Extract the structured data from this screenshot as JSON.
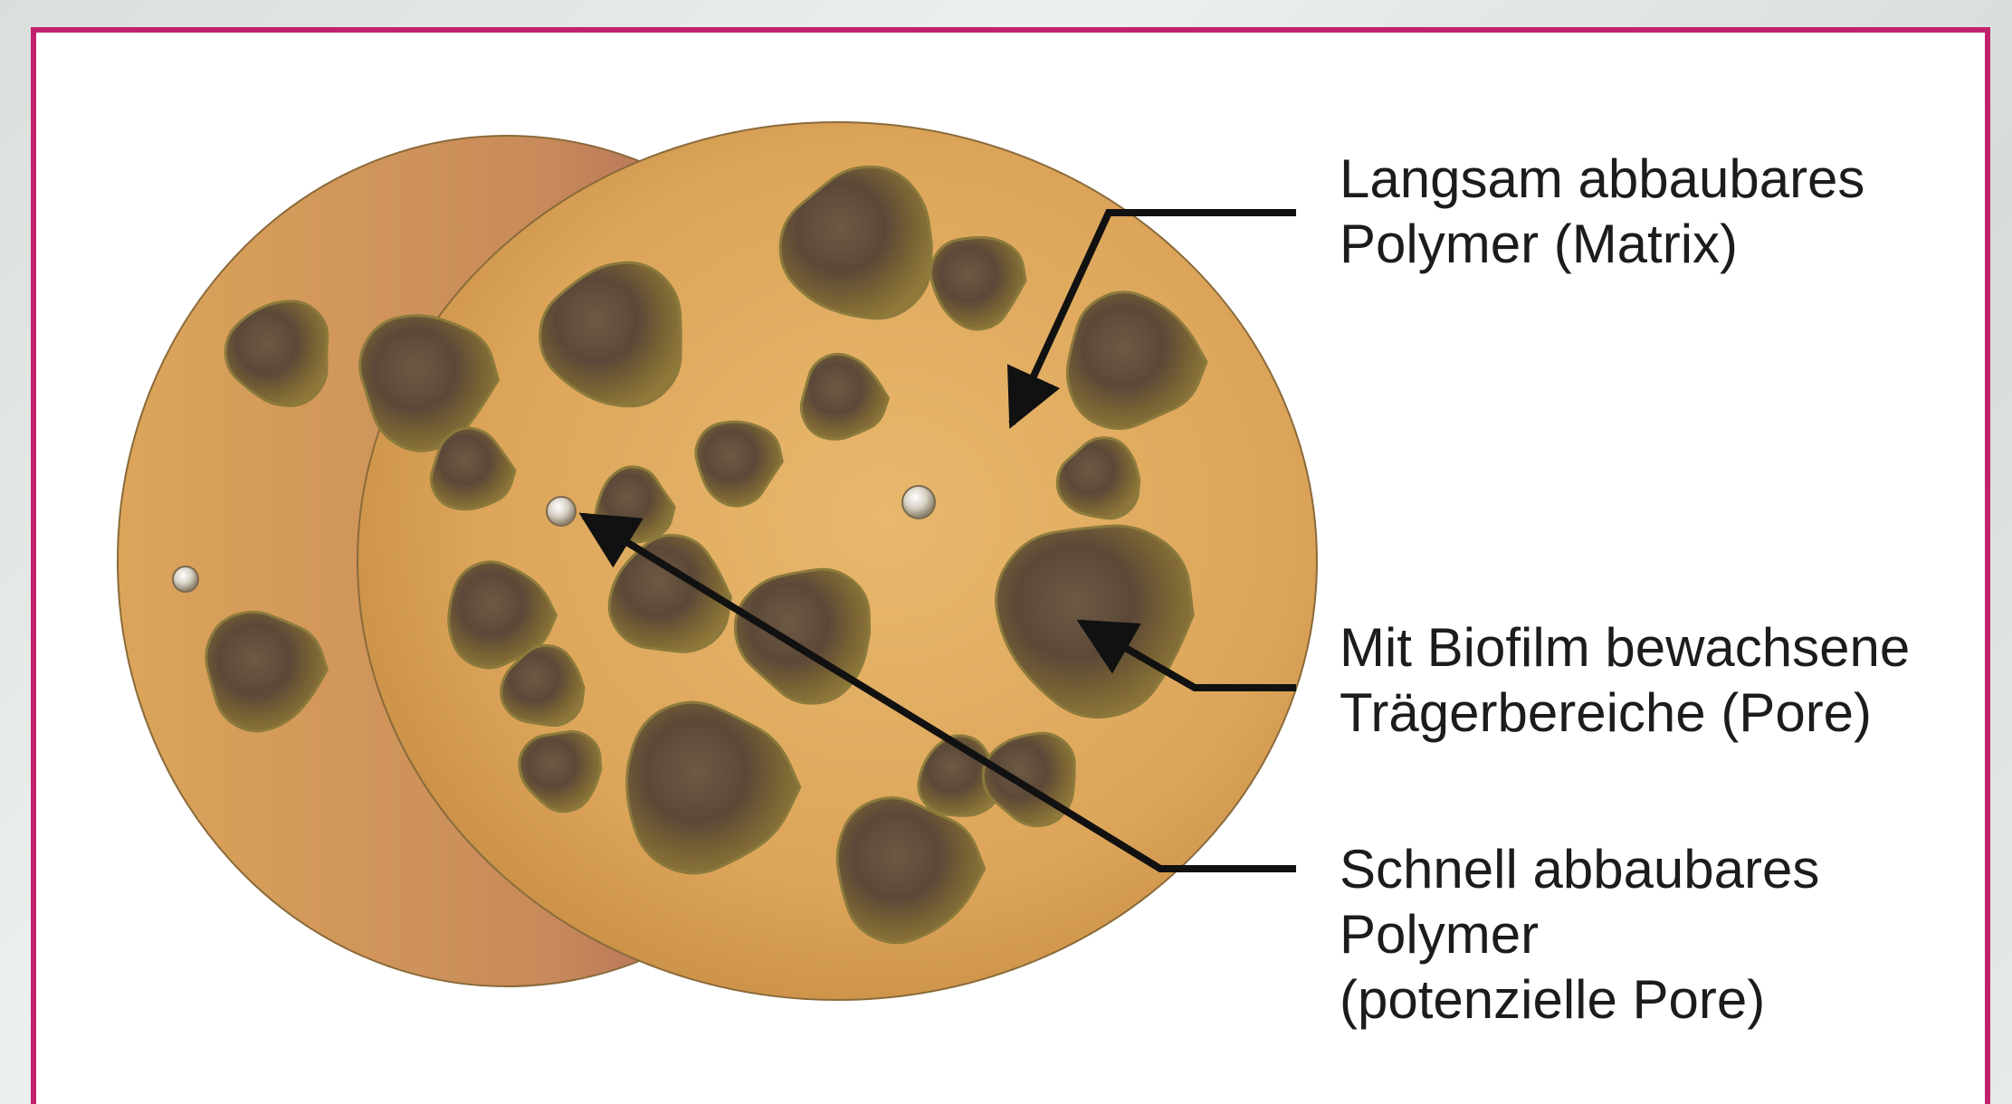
{
  "labels": {
    "matrix": [
      "Langsam abbaubares",
      "Polymer (Matrix)"
    ],
    "biofilm": [
      "Mit Biofilm bewachsene",
      "Trägerbereiche (Pore)"
    ],
    "fast": [
      "Schnell abbaubares",
      "Polymer",
      "(potenzielle Pore)"
    ]
  },
  "colors": {
    "frame": "#c2226d",
    "carrier": "#dca55a",
    "carrier_side": "#a05a5e",
    "biofilm": "#5d4a3a",
    "leader": "#111111"
  }
}
